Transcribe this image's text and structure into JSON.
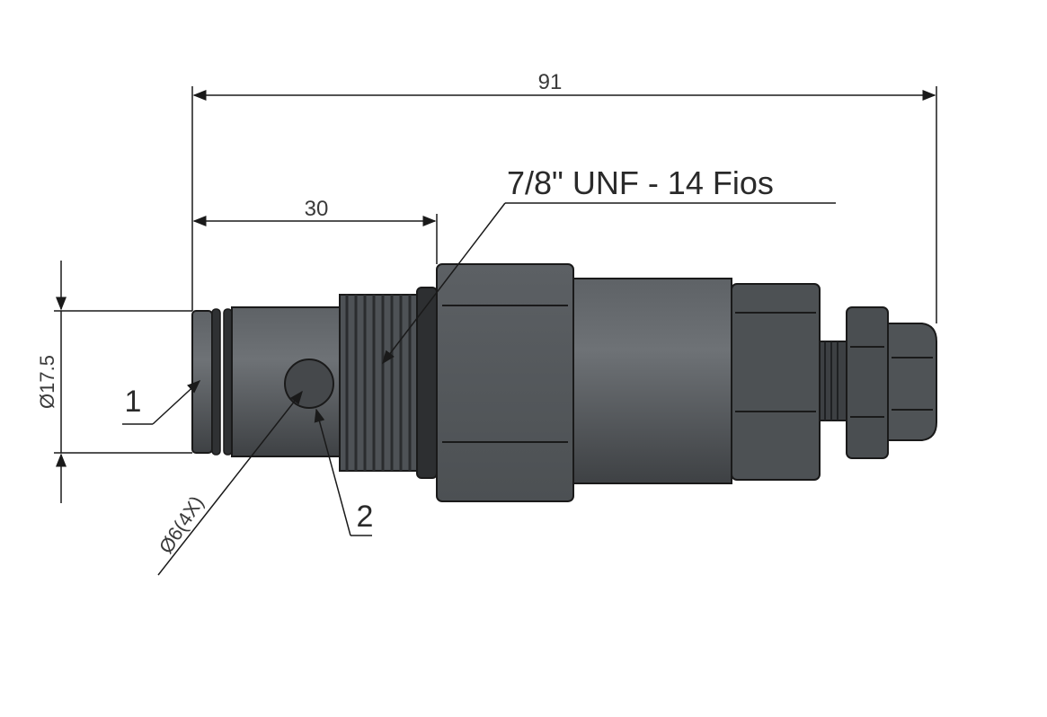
{
  "dimensions": {
    "overall_length": "91",
    "shoulder_length": "30",
    "body_diameter": "Ø17.5",
    "hole_diameter": "Ø6(4X)"
  },
  "thread_callout": "7/8\" UNF - 14 Fios",
  "balloons": {
    "item_1": "1",
    "item_2": "2"
  },
  "colors": {
    "body_dark": "#4a4d50",
    "body_mid": "#5b5f63",
    "body_light": "#6d7175",
    "line": "#1a1a1a"
  }
}
